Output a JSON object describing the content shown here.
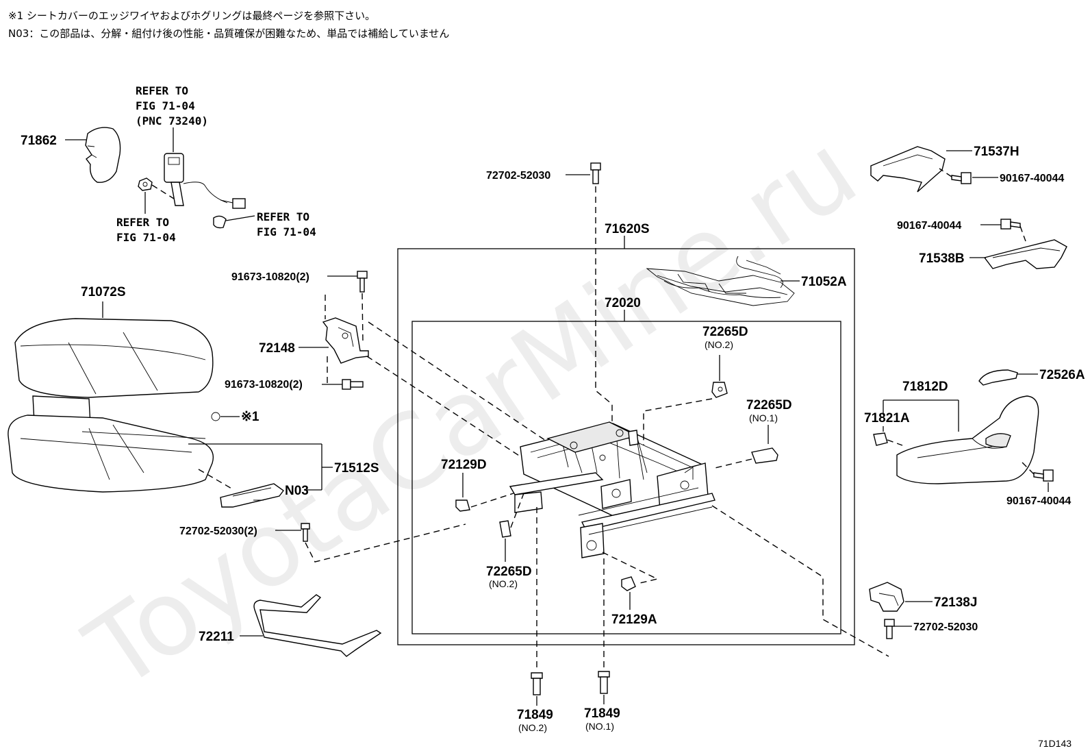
{
  "notes": [
    "※1 シートカバーのエッジワイヤおよびホグリングは最終ページを参照下さい。",
    "N03：この部品は、分解・組付け後の性能・品質確保が困難なため、単品では補給していません"
  ],
  "watermark": "ToyotaCarMine.ru",
  "figure_id": "71D143",
  "refs": {
    "belt_refer": [
      "REFER TO",
      "FIG 71-04",
      "(PNC 73240)"
    ],
    "nut_refer": [
      "REFER TO",
      "FIG 71-04"
    ],
    "connector_refer": [
      "REFER TO",
      "FIG 71-04"
    ]
  },
  "labels": {
    "p71862": "71862",
    "p72702_top": "72702-52030",
    "p71620S": "71620S",
    "p71052A": "71052A",
    "p72020": "72020",
    "p71072S": "71072S",
    "p91673_top": "91673-10820(2)",
    "p72148": "72148",
    "p91673_bot": "91673-10820(2)",
    "p_note1": "※1",
    "p71512S": "71512S",
    "pN03": "N03",
    "p72702_left": "72702-52030(2)",
    "p72265D_a": "72265D",
    "p72265D_a_sub": "(NO.2)",
    "p72265D_b": "72265D",
    "p72265D_b_sub": "(NO.1)",
    "p72129D": "72129D",
    "p72265D_c": "72265D",
    "p72265D_c_sub": "(NO.2)",
    "p72129A": "72129A",
    "p72211": "72211",
    "p71849_a": "71849",
    "p71849_a_sub": "(NO.2)",
    "p71849_b": "71849",
    "p71849_b_sub": "(NO.1)",
    "p71537H": "71537H",
    "p90167_a": "90167-40044",
    "p90167_b": "90167-40044",
    "p71538B": "71538B",
    "p72526A": "72526A",
    "p71812D": "71812D",
    "p71821A": "71821A",
    "p90167_c": "90167-40044",
    "p72138J": "72138J",
    "p72702_right": "72702-52030"
  }
}
